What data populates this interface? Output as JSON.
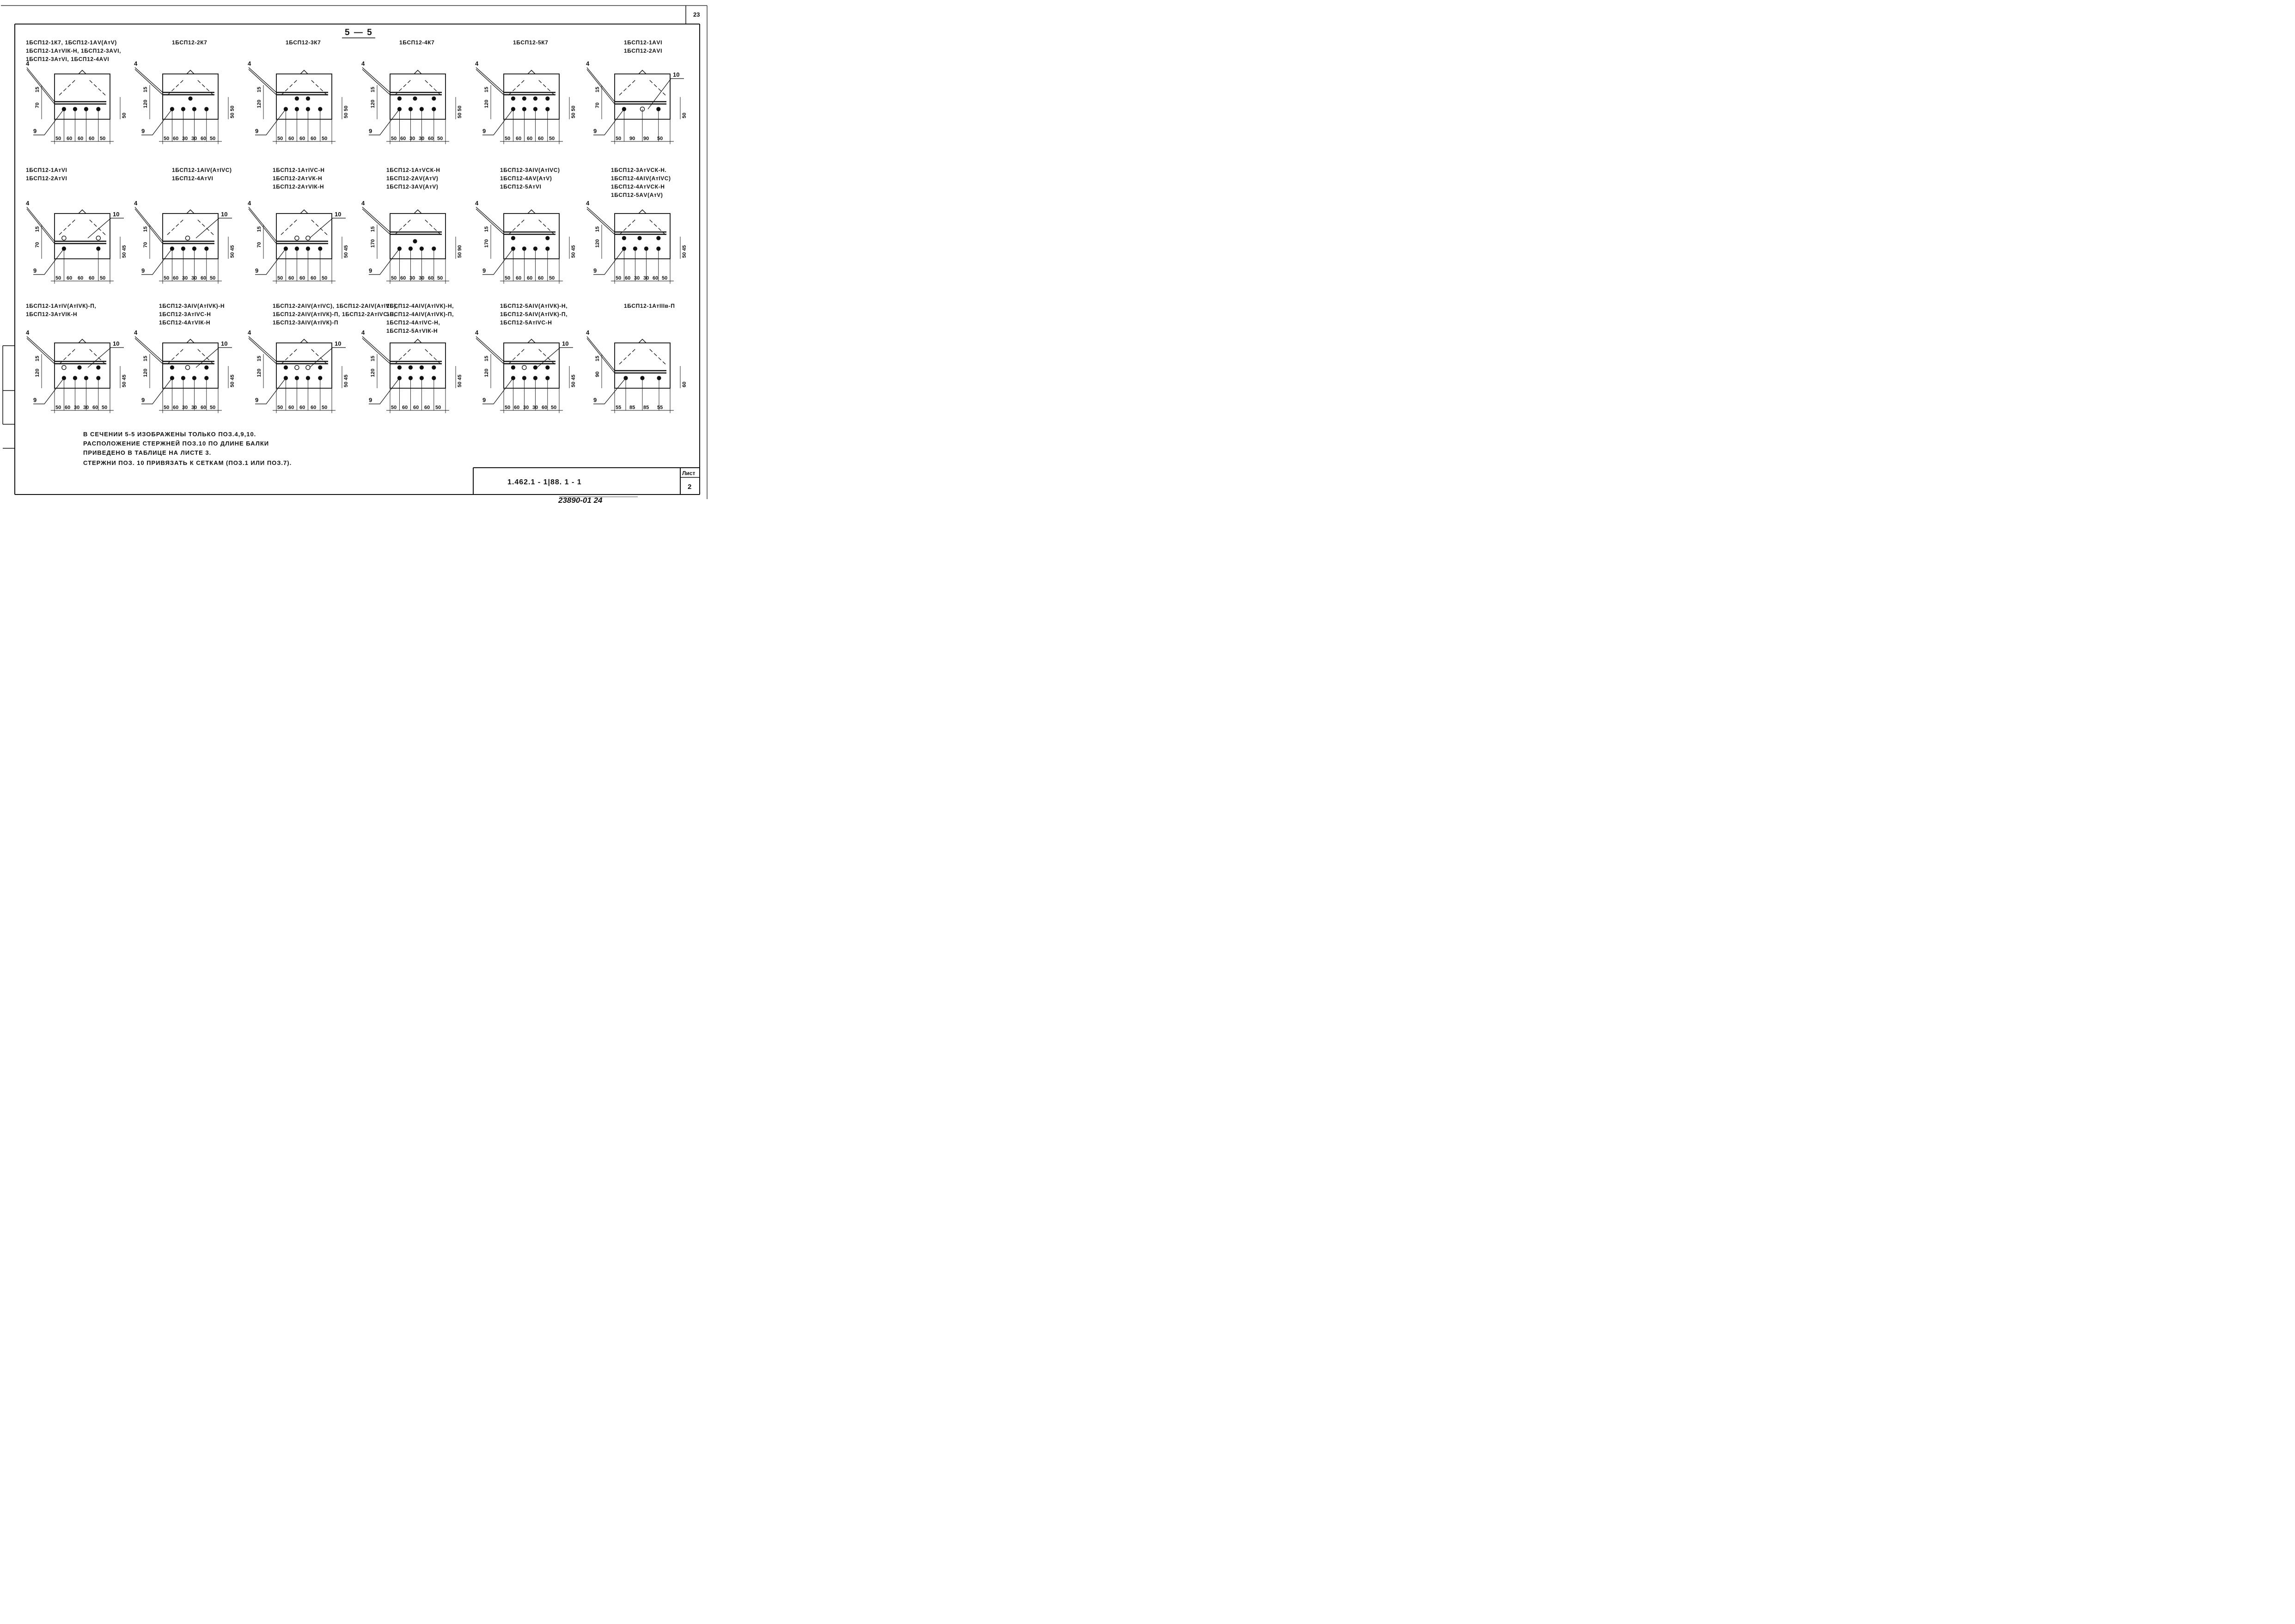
{
  "sheet": {
    "corner_page_number": "23",
    "section_title": "5 — 5",
    "designation": "1.462.1 - 1|88. 1 - 1",
    "sheet_label": "Лист",
    "sheet_number": "2",
    "archive_number": "23890-01   24"
  },
  "callouts": {
    "pos4": "4",
    "pos9": "9",
    "pos10": "10"
  },
  "notes": [
    "В СЕЧЕНИИ 5-5 ИЗОБРАЖЕНЫ ТОЛЬКО ПОЗ.4,9,10.",
    "РАСПОЛОЖЕНИЕ СТЕРЖНЕЙ ПОЗ.10 ПО ДЛИНЕ БАЛКИ",
    "ПРИВЕДЕНО В ТАБЛИЦЕ НА ЛИСТЕ 3.",
    "СТЕРЖНИ ПОЗ. 10 ПРИВЯЗАТЬ К СЕТКАМ (ПОЗ.1 ИЛИ ПОЗ.7)."
  ],
  "sections": [
    {
      "labels": [
        "1БСП12-1К7, 1БСП12-1АV(АтV)",
        "1БСП12-1АтVIК-Н, 1БСП12-3АVI,",
        "1БСП12-3АтVI, 1БСП12-4АVI"
      ],
      "left_dims": [
        "15",
        "70"
      ],
      "right_dims": [
        "50"
      ],
      "bottom_dims": [
        "50",
        "60",
        "60",
        "60",
        "50"
      ]
    },
    {
      "labels": [
        "1БСП12-2К7"
      ],
      "left_dims": [
        "15",
        "120"
      ],
      "right_dims": [
        "50",
        "50"
      ],
      "bottom_dims": [
        "50",
        "60",
        "30",
        "30",
        "60",
        "50"
      ]
    },
    {
      "labels": [
        "1БСП12-3К7"
      ],
      "left_dims": [
        "15",
        "120"
      ],
      "right_dims": [
        "50",
        "50"
      ],
      "bottom_dims": [
        "50",
        "60",
        "60",
        "60",
        "50"
      ]
    },
    {
      "labels": [
        "1БСП12-4К7"
      ],
      "left_dims": [
        "15",
        "120"
      ],
      "right_dims": [
        "50",
        "50"
      ],
      "bottom_dims": [
        "50",
        "60",
        "30",
        "30",
        "60",
        "50"
      ]
    },
    {
      "labels": [
        "1БСП12-5К7"
      ],
      "left_dims": [
        "15",
        "120"
      ],
      "right_dims": [
        "50",
        "50"
      ],
      "bottom_dims": [
        "50",
        "60",
        "60",
        "60",
        "50"
      ]
    },
    {
      "labels": [
        "1БСП12-1АVI",
        "1БСП12-2АVI"
      ],
      "left_dims": [
        "15",
        "70"
      ],
      "right_dims": [
        "50"
      ],
      "bottom_dims": [
        "50",
        "90",
        "90",
        "50"
      ]
    },
    {
      "labels": [
        "1БСП12-1АтVI",
        "1БСП12-2АтVI"
      ],
      "left_dims": [
        "15",
        "70"
      ],
      "right_dims": [
        "50",
        "45"
      ],
      "bottom_dims": [
        "50",
        "60",
        "60",
        "60",
        "50"
      ]
    },
    {
      "labels": [
        "1БСП12-1АIV(АтIVС)",
        "1БСП12-4АтVI"
      ],
      "left_dims": [
        "15",
        "70"
      ],
      "right_dims": [
        "50",
        "45"
      ],
      "bottom_dims": [
        "50",
        "60",
        "30",
        "30",
        "60",
        "50"
      ]
    },
    {
      "labels": [
        "1БСП12-1АтIVС-Н",
        "1БСП12-2АтVК-Н",
        "1БСП12-2АтVIК-Н"
      ],
      "left_dims": [
        "15",
        "70"
      ],
      "right_dims": [
        "50",
        "45"
      ],
      "bottom_dims": [
        "50",
        "60",
        "60",
        "60",
        "50"
      ]
    },
    {
      "labels": [
        "1БСП12-1АтVСК-Н",
        "1БСП12-2АV(АтV)",
        "1БСП12-3АV(АтV)"
      ],
      "left_dims": [
        "15",
        "170"
      ],
      "right_dims": [
        "50",
        "90"
      ],
      "bottom_dims": [
        "50",
        "60",
        "30",
        "30",
        "60",
        "50"
      ]
    },
    {
      "labels": [
        "1БСП12-3АIV(АтIVС)",
        "1БСП12-4АV(АтV)",
        "1БСП12-5АтVI"
      ],
      "left_dims": [
        "15",
        "170"
      ],
      "right_dims": [
        "50",
        "45"
      ],
      "bottom_dims": [
        "50",
        "60",
        "60",
        "60",
        "50"
      ]
    },
    {
      "labels": [
        "1БСП12-3АтVСК-Н.",
        "1БСП12-4АIV(АтIVС)",
        "1БСП12-4АтVСК-Н",
        "1БСП12-5АV(АтV)"
      ],
      "left_dims": [
        "15",
        "120"
      ],
      "right_dims": [
        "50",
        "45"
      ],
      "bottom_dims": [
        "50",
        "60",
        "30",
        "30",
        "60",
        "50"
      ]
    },
    {
      "labels": [
        "1БСП12-1АтIV(АтIVК)-П,",
        "1БСП12-3АтVIК-Н"
      ],
      "left_dims": [
        "15",
        "120"
      ],
      "right_dims": [
        "50",
        "45"
      ],
      "bottom_dims": [
        "50",
        "60",
        "30",
        "30",
        "60",
        "50"
      ]
    },
    {
      "labels": [
        "1БСП12-3АIV(АтIVК)-Н",
        "1БСП12-3АтIVС-Н",
        "1БСП12-4АтVIК-Н"
      ],
      "left_dims": [
        "15",
        "120"
      ],
      "right_dims": [
        "50",
        "45"
      ],
      "bottom_dims": [
        "50",
        "60",
        "30",
        "30",
        "60",
        "50"
      ]
    },
    {
      "labels": [
        "1БСП12-2АIV(АтIVС), 1БСП12-2АIV(АтIVС),",
        "1БСП12-2АIV(АтIVК)-П, 1БСП12-2АтIVС-Н,",
        "1БСП12-3АIV(АтIVК)-П"
      ],
      "left_dims": [
        "15",
        "120"
      ],
      "right_dims": [
        "50",
        "45"
      ],
      "bottom_dims": [
        "50",
        "60",
        "60",
        "60",
        "50"
      ]
    },
    {
      "labels": [
        "1БСП12-4АIV(АтIVК)-Н,",
        "1БСП12-4АIV(АтIVК)-П,",
        "1БСП12-4АтIVС-Н,",
        "1БСП12-5АтVIК-Н"
      ],
      "left_dims": [
        "15",
        "120"
      ],
      "right_dims": [
        "50",
        "45"
      ],
      "bottom_dims": [
        "50",
        "60",
        "60",
        "60",
        "50"
      ]
    },
    {
      "labels": [
        "1БСП12-5АIV(АтIVК)-Н,",
        "1БСП12-5АIV(АтIVК)-П,",
        "1БСП12-5АтIVС-Н"
      ],
      "left_dims": [
        "15",
        "120"
      ],
      "right_dims": [
        "50",
        "45"
      ],
      "bottom_dims": [
        "50",
        "60",
        "30",
        "30",
        "60",
        "50"
      ]
    },
    {
      "labels": [
        "1БСП12-1АтIIIв-П"
      ],
      "left_dims": [
        "15",
        "90"
      ],
      "right_dims": [
        "60"
      ],
      "bottom_dims": [
        "55",
        "85",
        "85",
        "55"
      ]
    }
  ]
}
